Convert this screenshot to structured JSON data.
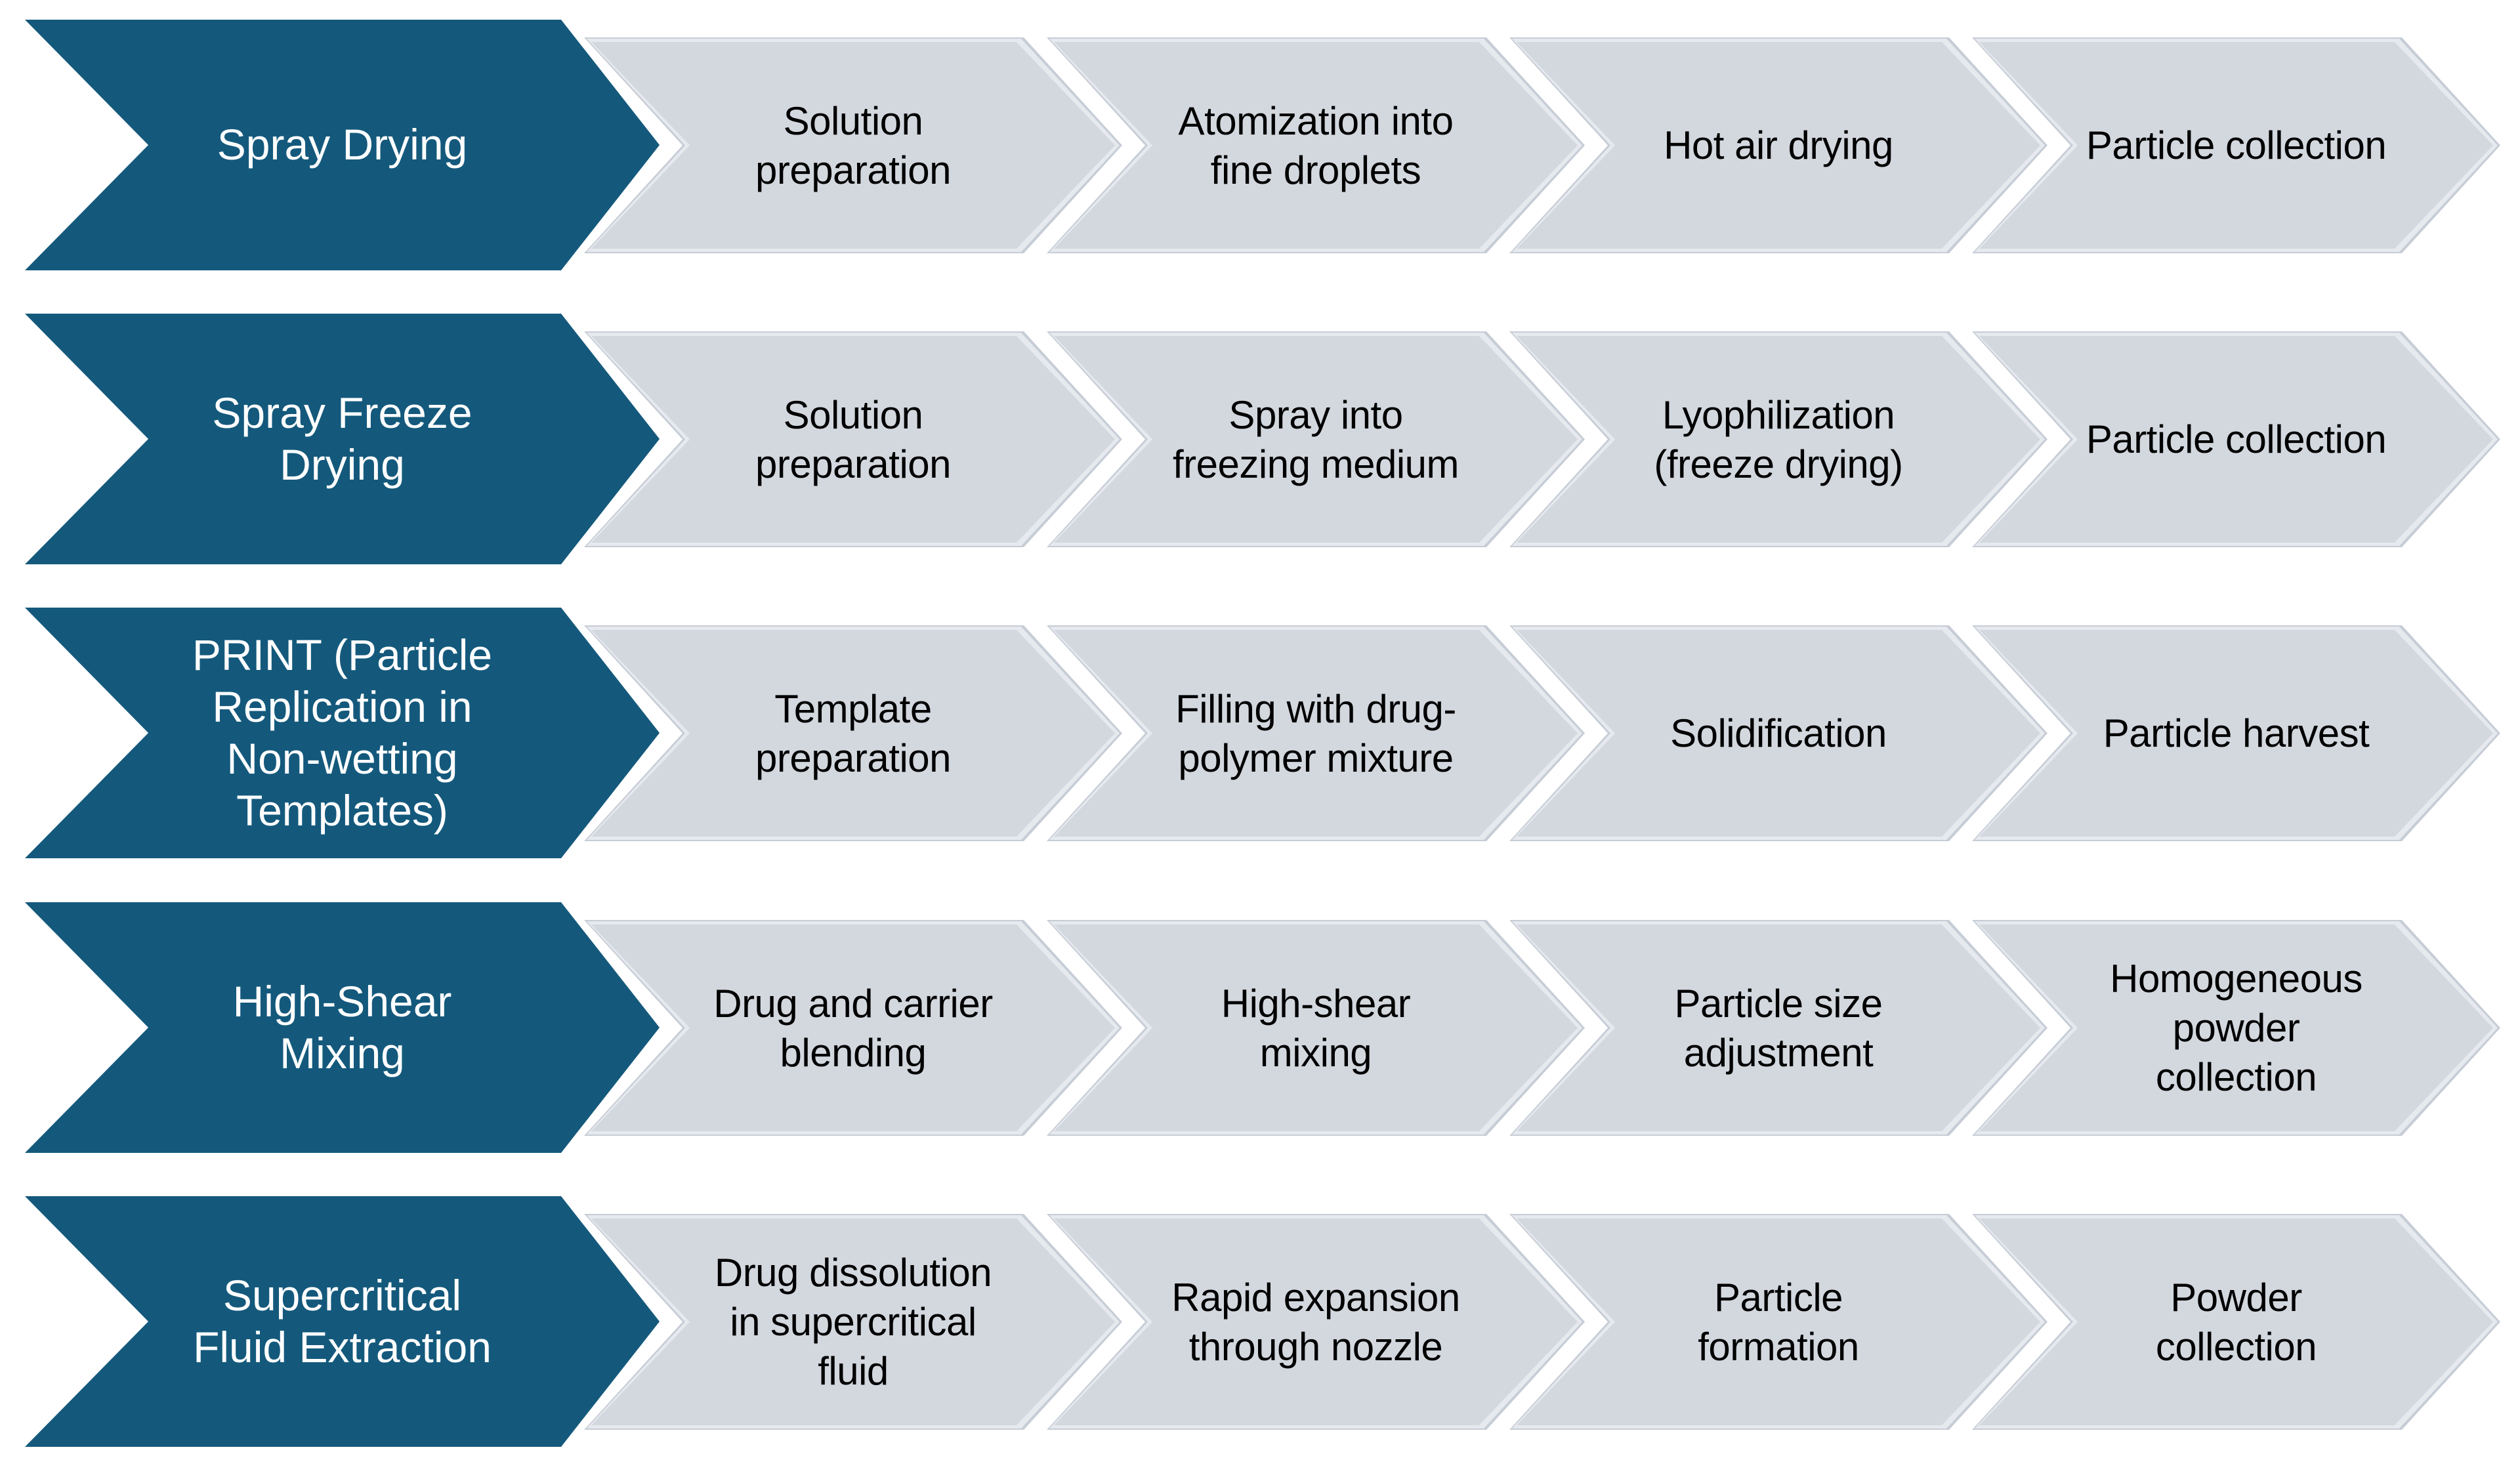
{
  "diagram": {
    "kind": "process-flow-chevrons",
    "columns_per_row": 5,
    "colors": {
      "method_chevron_fill": "#14597C",
      "method_text": "#FFFFFF",
      "step_chevron_fill": "#D3D8DF",
      "step_chevron_edge": "#C7CDD6",
      "step_chevron_inner_line": "#E6E9EE",
      "step_text": "#000000",
      "background": "#FFFFFF"
    }
  },
  "rows": [
    {
      "method": "Spray Drying",
      "steps": [
        "Solution\npreparation",
        "Atomization into\nfine droplets",
        "Hot air drying",
        "Particle collection"
      ]
    },
    {
      "method": "Spray Freeze\nDrying",
      "steps": [
        "Solution\npreparation",
        "Spray into\nfreezing medium",
        "Lyophilization\n(freeze drying)",
        "Particle collection"
      ]
    },
    {
      "method": "PRINT (Particle\nReplication in\nNon-wetting\nTemplates)",
      "steps": [
        "Template\npreparation",
        "Filling with drug-\npolymer mixture",
        "Solidification",
        "Particle harvest"
      ]
    },
    {
      "method": "High-Shear\nMixing",
      "steps": [
        "Drug and carrier\nblending",
        "High-shear\nmixing",
        "Particle size\nadjustment",
        "Homogeneous\npowder\ncollection"
      ]
    },
    {
      "method": "Supercritical\nFluid Extraction",
      "steps": [
        "Drug dissolution\nin supercritical\nfluid",
        "Rapid expansion\nthrough nozzle",
        "Particle\nformation",
        "Powder\ncollection"
      ]
    }
  ]
}
